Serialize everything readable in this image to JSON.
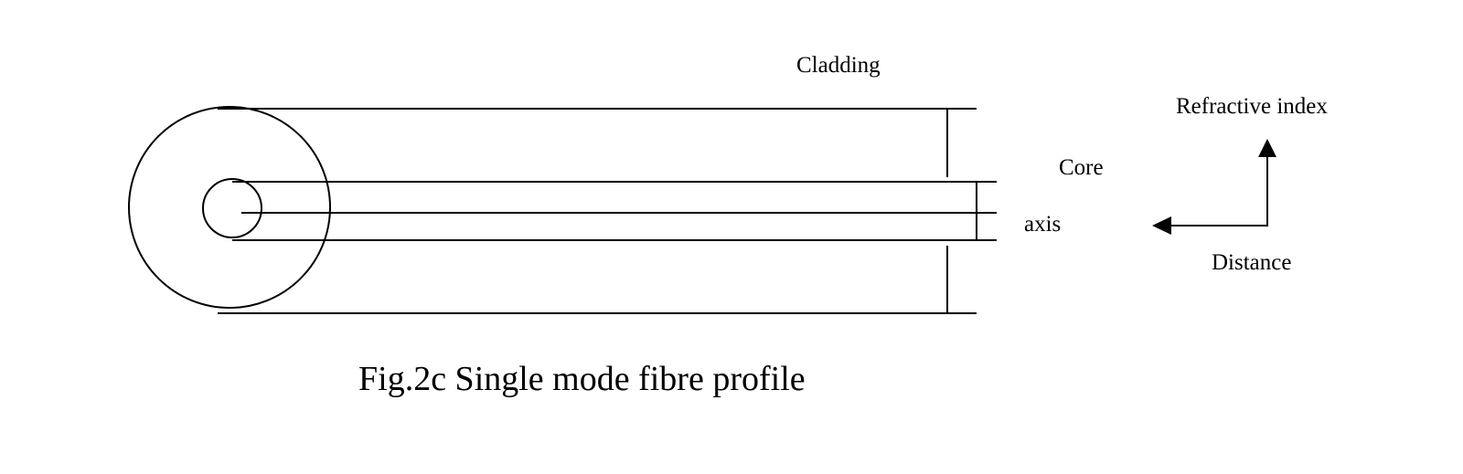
{
  "diagram": {
    "labels": {
      "cladding": "Cladding",
      "core": "Core",
      "axis": "axis",
      "refractive_index": "Refractive index",
      "distance": "Distance"
    },
    "caption": "Fig.2c Single mode fibre profile"
  }
}
